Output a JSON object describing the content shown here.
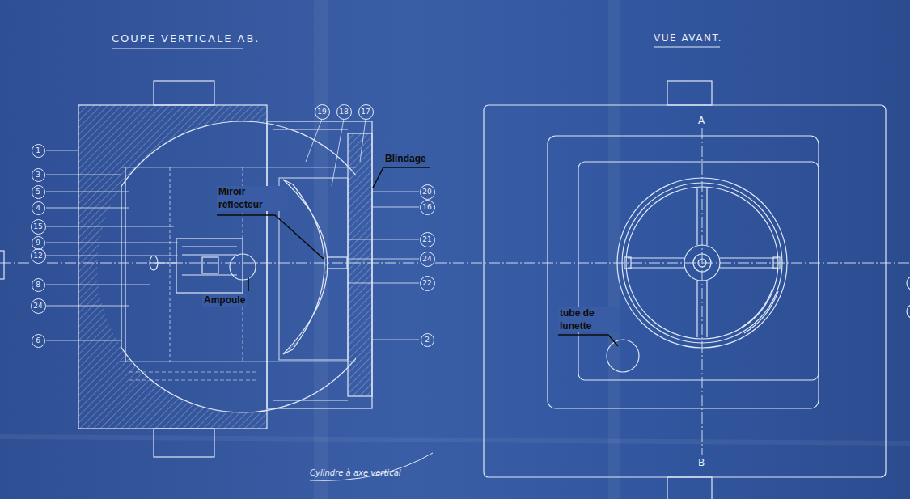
{
  "diagram": {
    "nodes": [
      {
        "text": [
          "1"
        ]
      },
      {
        "text": [
          "3"
        ]
      },
      {
        "text": [
          "5"
        ]
      },
      {
        "text": [
          "4"
        ]
      },
      {
        "text": [
          "15"
        ]
      },
      {
        "text": [
          "9"
        ]
      },
      {
        "text": [
          "12"
        ]
      },
      {
        "text": [
          "8"
        ]
      },
      {
        "text": [
          "24"
        ]
      },
      {
        "text": [
          "6"
        ]
      },
      {
        "text": [
          "19"
        ]
      },
      {
        "text": [
          "18"
        ]
      },
      {
        "text": [
          "17"
        ]
      },
      {
        "text": [
          "20"
        ]
      },
      {
        "text": [
          "16"
        ]
      },
      {
        "text": [
          "21"
        ]
      },
      {
        "text": [
          "24"
        ]
      },
      {
        "text": [
          "22"
        ]
      },
      {
        "text": [
          "2"
        ]
      }
    ],
    "labels": [
      "COUPE VERTICALE AB.",
      "VUE AVANT.",
      "Blindage",
      "Miroir réflecteur",
      "Ampoule",
      "tube de lunette",
      "A",
      "B",
      "Cylindre à axe vertical"
    ]
  }
}
